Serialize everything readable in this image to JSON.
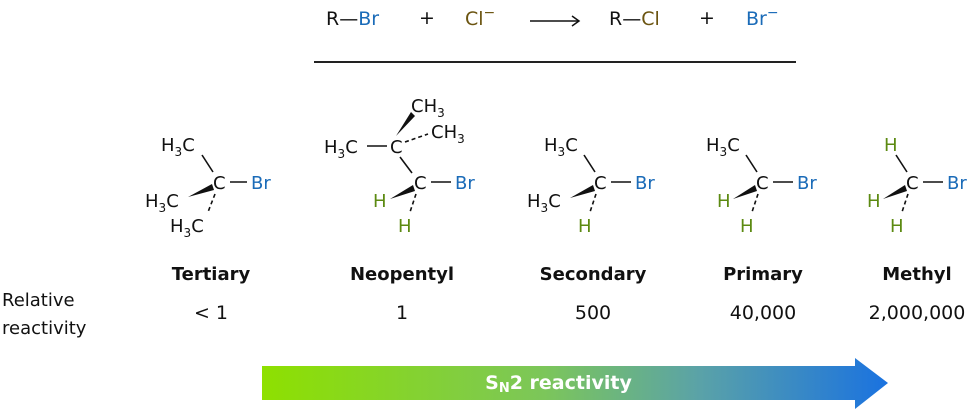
{
  "reaction": {
    "reactant1_r": "R",
    "reactant1_x": "Br",
    "plus1": "+",
    "nucleophile": "Cl",
    "nucleophile_charge": "−",
    "arrow": "⟶",
    "product1_r": "R",
    "product1_x": "Cl",
    "plus2": "+",
    "leaving_group": "Br",
    "leaving_group_charge": "−"
  },
  "colors": {
    "bromine": "#1a6bb8",
    "chlorine": "#6b5410",
    "hydrogen": "#5c8a12",
    "arrow_start": "#8ee000",
    "arrow_end": "#1a72e0"
  },
  "substrates": [
    {
      "name": "Tertiary",
      "reactivity": "< 1"
    },
    {
      "name": "Neopentyl",
      "reactivity": "1"
    },
    {
      "name": "Secondary",
      "reactivity": "500"
    },
    {
      "name": "Primary",
      "reactivity": "40,000"
    },
    {
      "name": "Methyl",
      "reactivity": "2,000,000"
    }
  ],
  "row_label": {
    "line1": "Relative",
    "line2": "reactivity"
  },
  "trend_arrow": {
    "label_main": "S",
    "label_sub": "N",
    "label_rest": "2 reactivity"
  },
  "atoms": {
    "c": "C",
    "br": "Br",
    "h": "H",
    "ch3_left": "H3C",
    "ch3_right": "CH3"
  }
}
